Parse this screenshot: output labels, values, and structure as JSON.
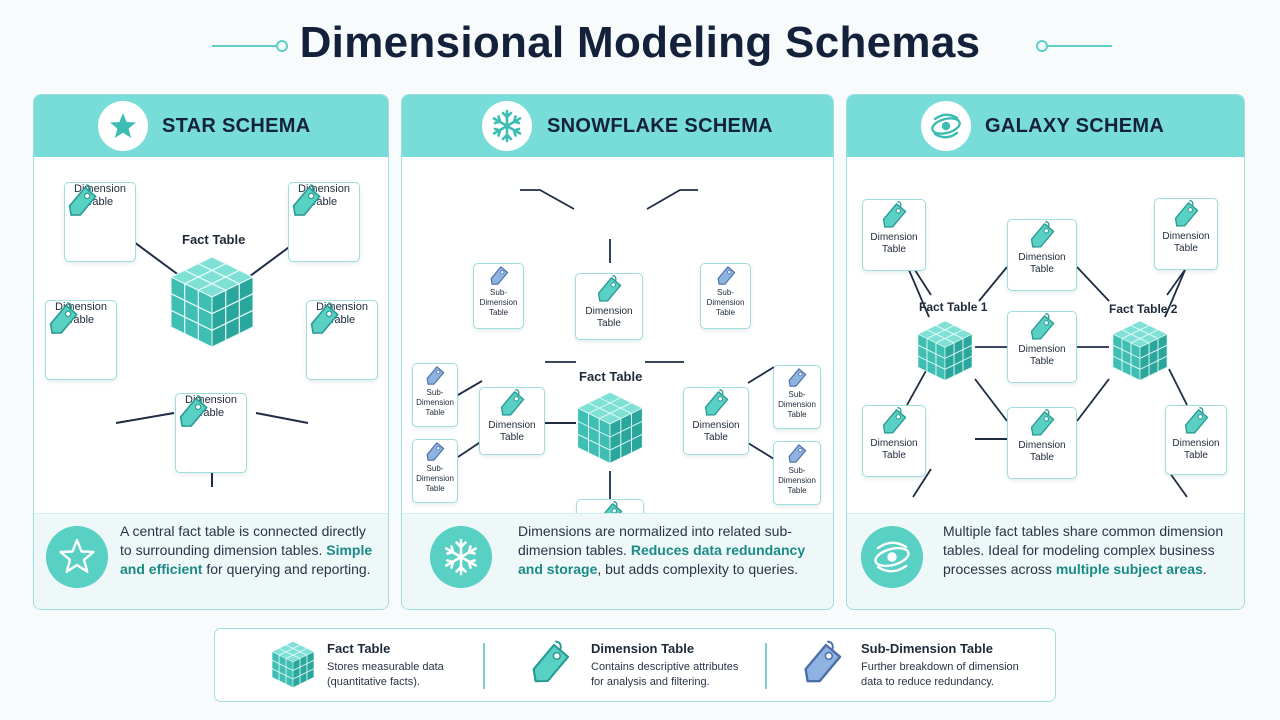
{
  "page": {
    "title": "Dimensional Modeling Schemas",
    "accent": "#78dcd8",
    "teal_dark": "#2a9a93",
    "subdim_color": "#8fb3e0",
    "text_dark": "#13213a"
  },
  "panels": [
    {
      "id": "star",
      "title": "STAR SCHEMA",
      "header_icon": "star-icon",
      "fact_label": "Fact Table",
      "dimension_label": "Dimension Table",
      "desc_icon": "star-outline-icon",
      "desc": {
        "pre": "A central fact table is connected directly to surrounding dimension tables. ",
        "highlight": "Simple and efficient",
        "post": " for querying and reporting."
      }
    },
    {
      "id": "snowflake",
      "title": "SNOWFLAKE SCHEMA",
      "header_icon": "snowflake-icon",
      "fact_label": "Fact Table",
      "dimension_label": "Dimension Table",
      "subdimension_label": "Sub-Dimension Table",
      "desc_icon": "snowflake-icon",
      "desc": {
        "pre": "Dimensions are normalized into related sub-dimension tables. ",
        "highlight": "Reduces data redundancy and storage",
        "post": ", but adds complexity to queries."
      }
    },
    {
      "id": "galaxy",
      "title": "GALAXY SCHEMA",
      "header_icon": "galaxy-icon",
      "fact_label_1": "Fact Table 1",
      "fact_label_2": "Fact Table 2",
      "dimension_label": "Dimension Table",
      "desc_icon": "galaxy-icon",
      "desc": {
        "pre": "Multiple fact tables share common dimension tables. Ideal for modeling complex business processes across ",
        "highlight": "multiple subject areas",
        "post": "."
      }
    }
  ],
  "legend": [
    {
      "title": "Fact Table",
      "desc": "Stores measurable data (quantitative facts).",
      "icon": "cube-icon"
    },
    {
      "title": "Dimension Table",
      "desc": "Contains descriptive attributes for analysis and filtering.",
      "icon": "tag-icon"
    },
    {
      "title": "Sub-Dimension Table",
      "desc": "Further breakdown of dimension data to reduce redundancy.",
      "icon": "small-tag-icon"
    }
  ]
}
